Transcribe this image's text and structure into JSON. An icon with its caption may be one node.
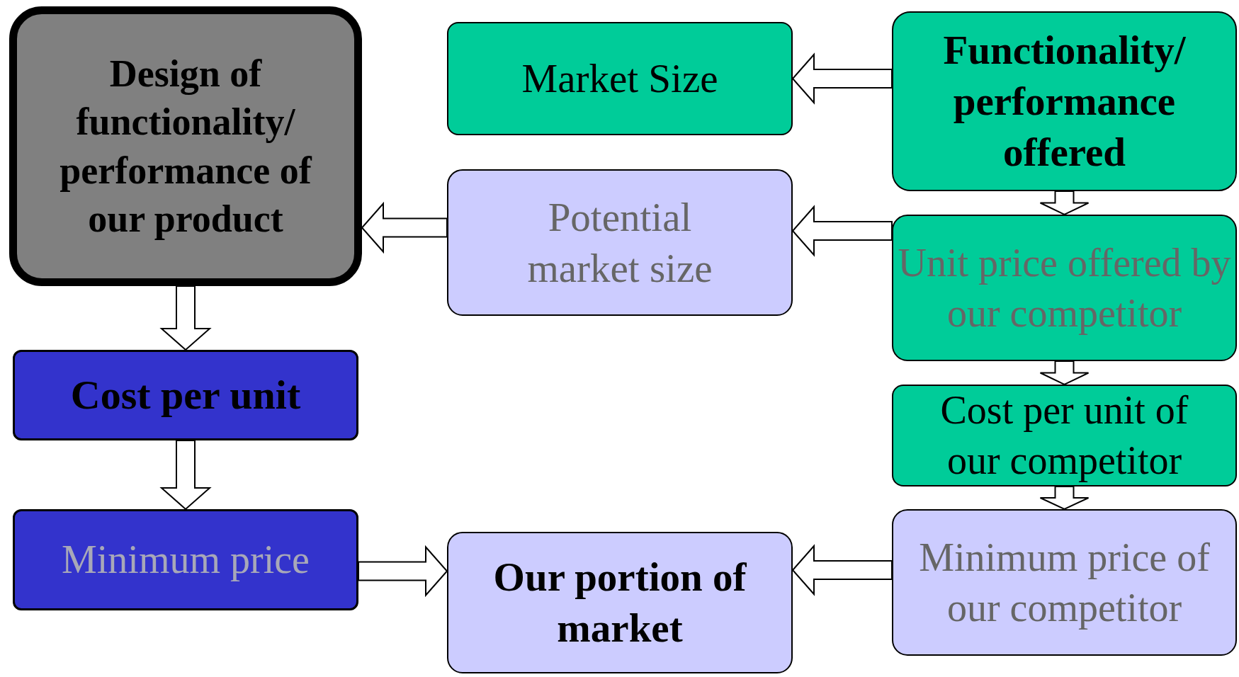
{
  "diagram": {
    "nodes": [
      {
        "text": [
          "Design of functionality/ performance of our product"
        ]
      },
      {
        "text": [
          "Market Size"
        ]
      },
      {
        "text": [
          "Potential market size"
        ]
      },
      {
        "text": [
          "Functionality/ performance offered"
        ]
      },
      {
        "text": [
          "Unit price offered by our competitor"
        ]
      },
      {
        "text": [
          "Cost per unit of our competitor"
        ]
      },
      {
        "text": [
          "Minimum price of our competitor"
        ]
      },
      {
        "text": [
          "Cost per unit"
        ]
      },
      {
        "text": [
          "Minimum price"
        ]
      },
      {
        "text": [
          "Our portion of market"
        ]
      }
    ],
    "edges": [
      {
        "from": 3,
        "to": 1,
        "arrow": "to"
      },
      {
        "from": 4,
        "to": 2,
        "arrow": "to"
      },
      {
        "from": 2,
        "to": 0,
        "arrow": "to"
      },
      {
        "from": 3,
        "to": 4,
        "arrow": "to"
      },
      {
        "from": 4,
        "to": 5,
        "arrow": "to"
      },
      {
        "from": 5,
        "to": 6,
        "arrow": "to"
      },
      {
        "from": 0,
        "to": 7,
        "arrow": "to"
      },
      {
        "from": 7,
        "to": 8,
        "arrow": "to"
      },
      {
        "from": 8,
        "to": 9,
        "arrow": "to"
      },
      {
        "from": 6,
        "to": 9,
        "arrow": "to"
      }
    ]
  }
}
